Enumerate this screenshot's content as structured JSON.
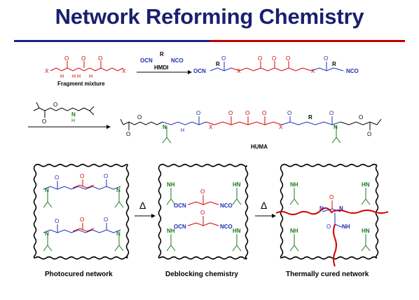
{
  "title": "Network Reforming Chemistry",
  "colors": {
    "title": "#1a1f6e",
    "rule_left": "#1a237e",
    "rule_right": "#c00000",
    "isocyanate_blue": "#1f2db5",
    "fragment_red": "#d40000",
    "amine_green": "#1a7a1a"
  },
  "scheme": {
    "fragment_label": "Fragment mixture",
    "reagent_1": "HMDI",
    "reagent_1_formula_left": "OCN",
    "reagent_1_formula_right": "NCO",
    "reagent_1_group": "R",
    "product_1_left": "OCN",
    "product_1_right": "NCO",
    "product_2_label": "HUMA",
    "x_label": "X"
  },
  "panels": [
    {
      "caption": "Photocured network"
    },
    {
      "caption": "Deblocking chemistry"
    },
    {
      "caption": "Thermally cured network"
    }
  ],
  "arrows": {
    "heat_symbol": "Δ"
  }
}
